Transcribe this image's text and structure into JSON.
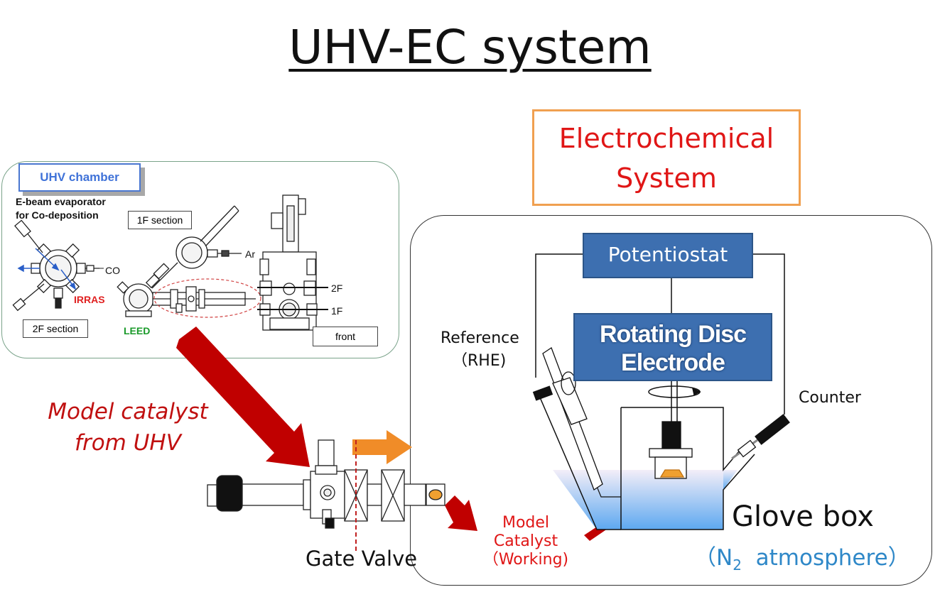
{
  "title": "UHV-EC system",
  "uhv_chamber": {
    "tag": "UHV chamber",
    "ebeam_line1": "E-beam evaporator",
    "ebeam_line2": "for Co-deposition",
    "section_1f": "1F section",
    "section_2f": "2F section",
    "front": "front",
    "co": "CO",
    "ar": "Ar",
    "irras": "IRRAS",
    "leed": "LEED",
    "level_2f": "2F",
    "level_1f": "1F"
  },
  "ec_system": {
    "line1": "Electrochemical",
    "line2": "System"
  },
  "model_catalyst_from_uhv": {
    "line1": "Model catalyst",
    "line2": "from UHV"
  },
  "gate_valve": "Gate Valve",
  "glove_box": {
    "potentiostat": "Potentiostat",
    "rde_line1": "Rotating Disc",
    "rde_line2": "Electrode",
    "reference_line1": "Reference",
    "reference_line2": "（RHE)",
    "counter": "Counter",
    "working_line1": "Model",
    "working_line2": "Catalyst",
    "working_line3": "（Working)",
    "label": "Glove box",
    "atmosphere_prefix": "（N",
    "atmosphere_sub": "2",
    "atmosphere_suffix": "  atmosphere）"
  },
  "colors": {
    "arrow_red": "#c00000",
    "arrow_orange": "#f08c28",
    "box_blue": "#3d6fb0",
    "title_red": "#e01616",
    "uhv_tag_blue": "#3f72d8",
    "irras_red": "#e02020",
    "leed_green": "#1a9a2a",
    "n2_blue": "#2f88c8"
  }
}
